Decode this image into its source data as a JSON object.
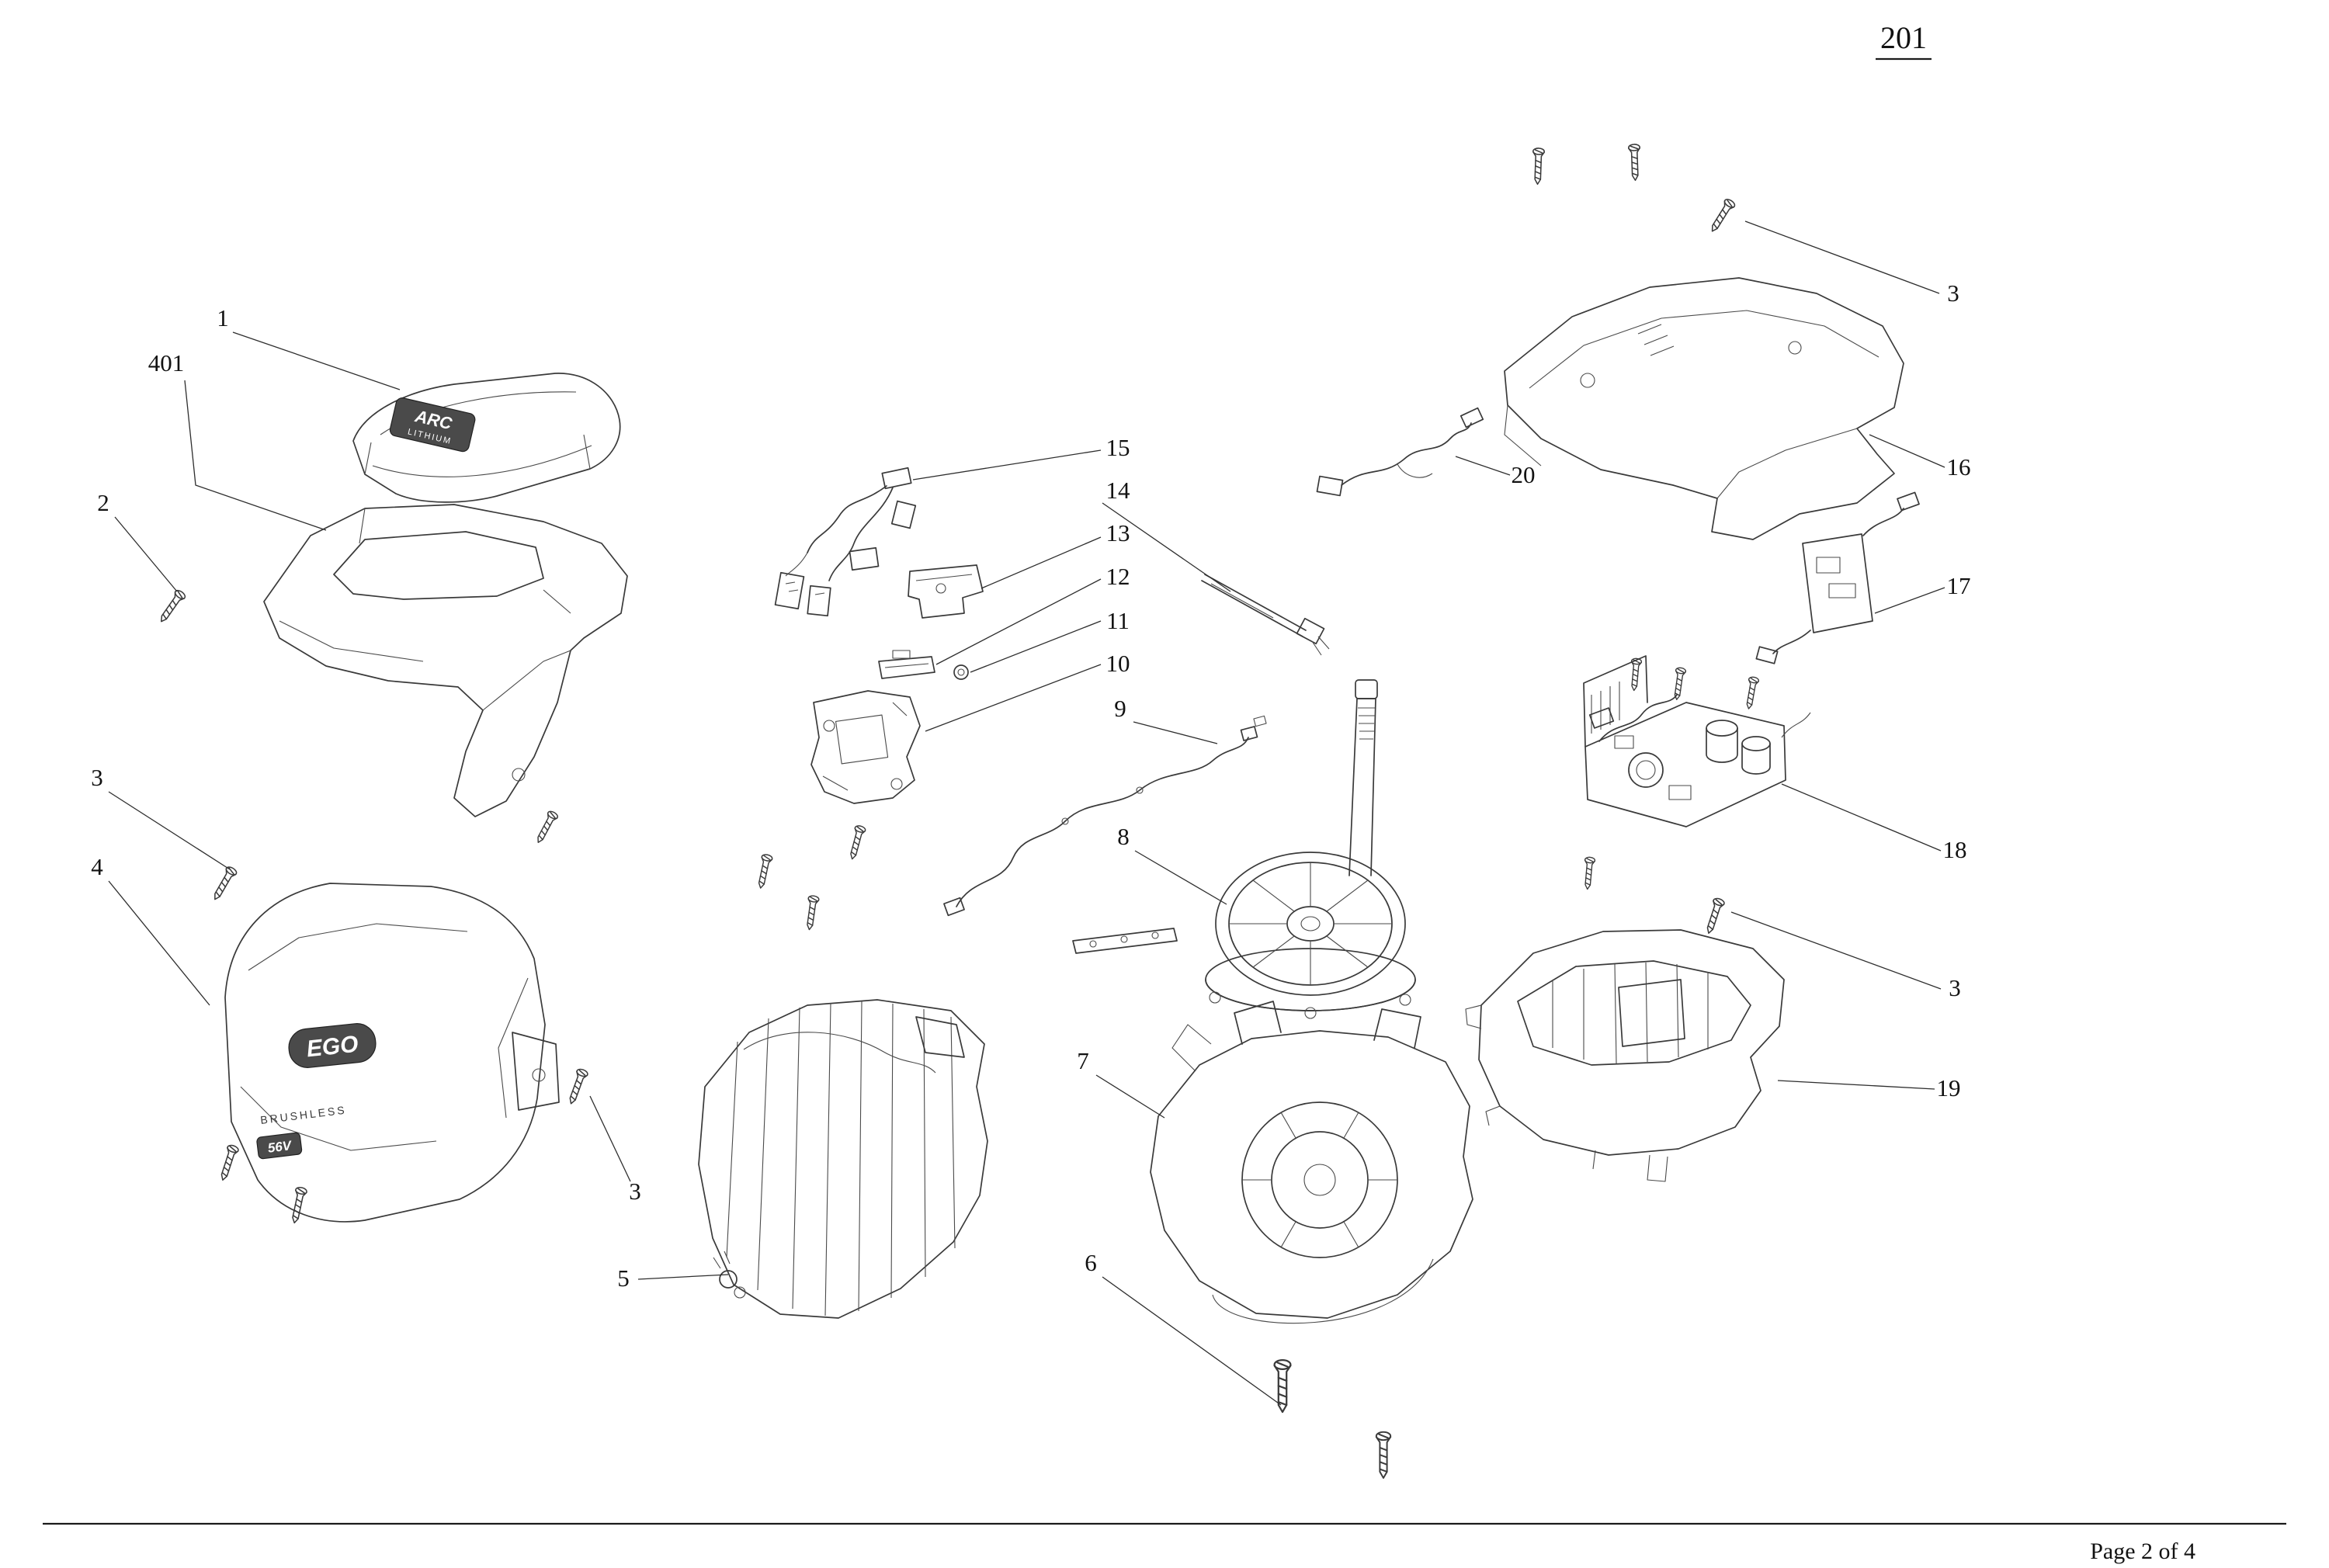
{
  "page": {
    "number": "201",
    "footer": "Page 2 of 4"
  },
  "branding": {
    "arc_line1": "ARC",
    "arc_line2": "LITHIUM",
    "ego": "EGO",
    "brushless": "BRUSHLESS",
    "voltage": "56V"
  },
  "callouts": [
    {
      "label": "1"
    },
    {
      "label": "401"
    },
    {
      "label": "2"
    },
    {
      "label": "3"
    },
    {
      "label": "4"
    },
    {
      "label": "3"
    },
    {
      "label": "5"
    },
    {
      "label": "6"
    },
    {
      "label": "7"
    },
    {
      "label": "8"
    },
    {
      "label": "9"
    },
    {
      "label": "10"
    },
    {
      "label": "11"
    },
    {
      "label": "12"
    },
    {
      "label": "13"
    },
    {
      "label": "14"
    },
    {
      "label": "15"
    },
    {
      "label": "16"
    },
    {
      "label": "17"
    },
    {
      "label": "18"
    },
    {
      "label": "3"
    },
    {
      "label": "19"
    },
    {
      "label": "20"
    },
    {
      "label": "3"
    }
  ]
}
